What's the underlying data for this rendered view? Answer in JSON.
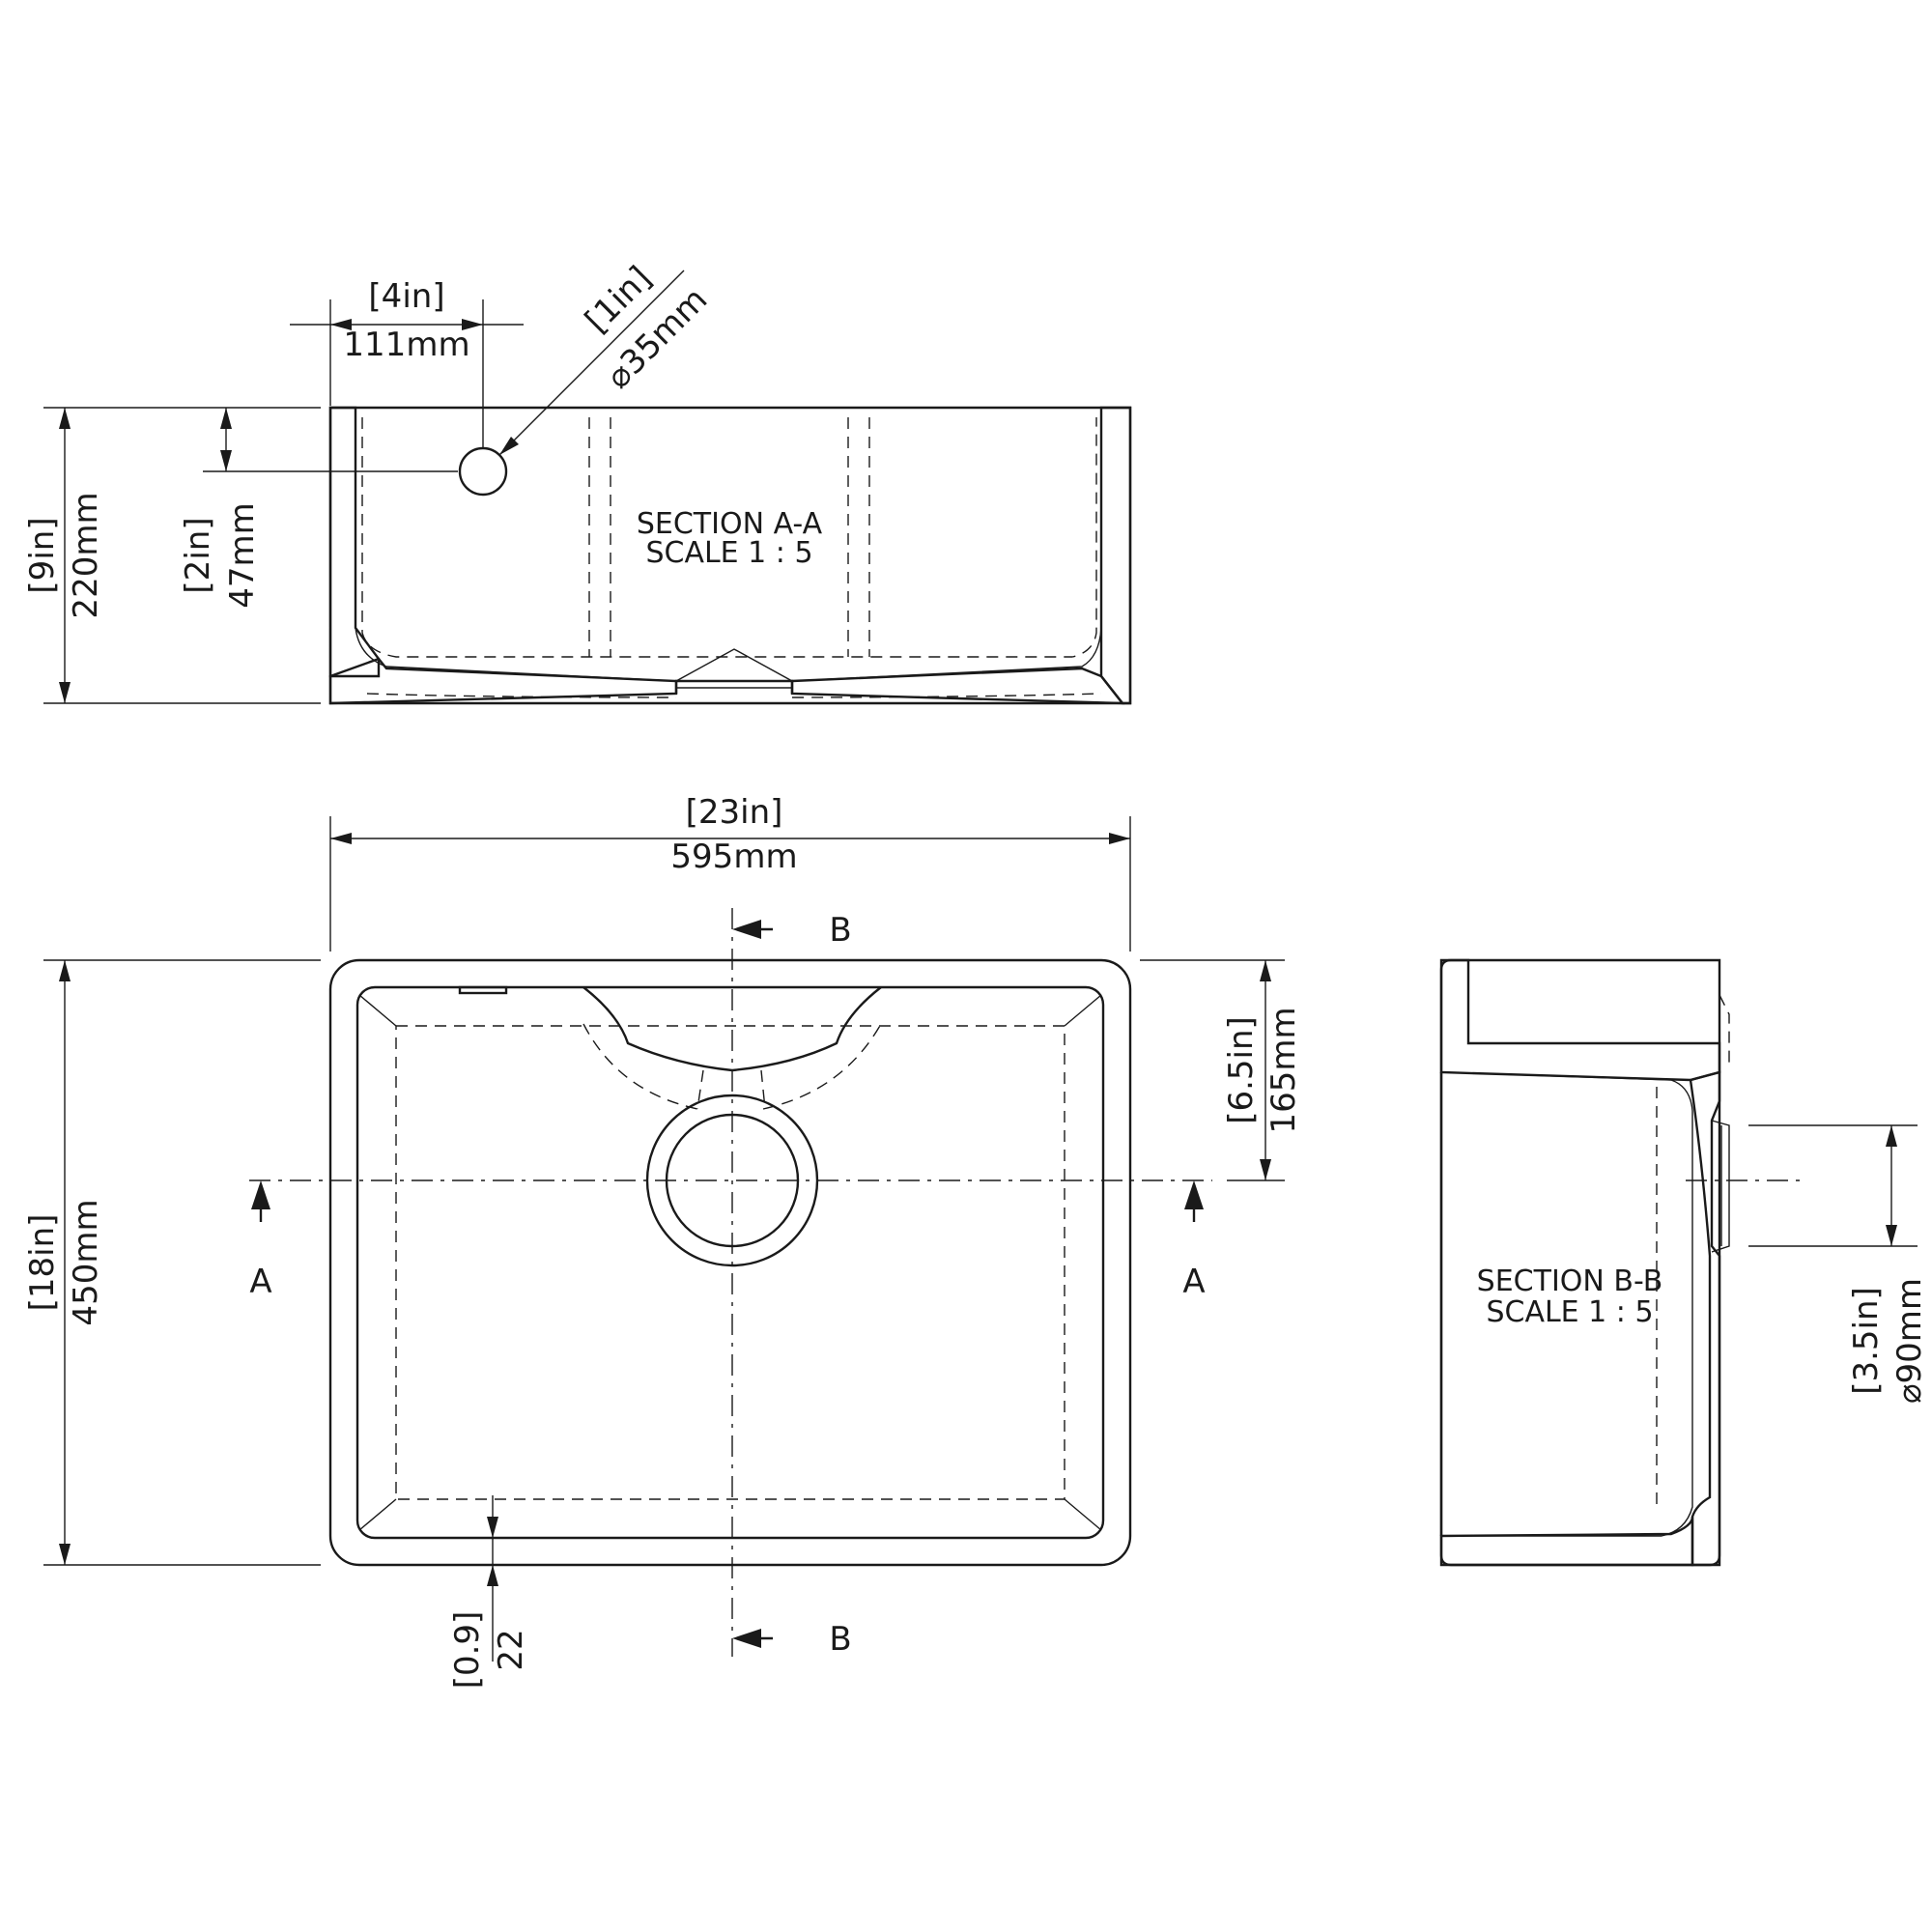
{
  "section_aa": {
    "title": "SECTION A-A",
    "scale": "SCALE 1 : 5",
    "dims": {
      "overflow_offset_in": "[4in]",
      "overflow_offset_mm": "111mm",
      "overflow_dia_in": "[1in]",
      "overflow_dia_mm": "⌀35mm",
      "height_in": "[9in]",
      "height_mm": "220mm",
      "overflow_height_in": "[2in]",
      "overflow_height_mm": "47mm"
    }
  },
  "plan_view": {
    "dims": {
      "width_in": "[23in]",
      "width_mm": "595mm",
      "depth_in": "[18in]",
      "depth_mm": "450mm",
      "waste_offset_in": "[6.5in]",
      "waste_offset_mm": "165mm",
      "wall_in": "[0.9]",
      "wall_mm": "22"
    },
    "cut_labels": {
      "a_left": "A",
      "a_right": "A",
      "b_top": "B",
      "b_bottom": "B"
    }
  },
  "section_bb": {
    "title": "SECTION B-B",
    "scale": "SCALE 1 : 5",
    "dims": {
      "waste_dia_in": "[3.5in]",
      "waste_dia_mm": "⌀90mm"
    }
  }
}
